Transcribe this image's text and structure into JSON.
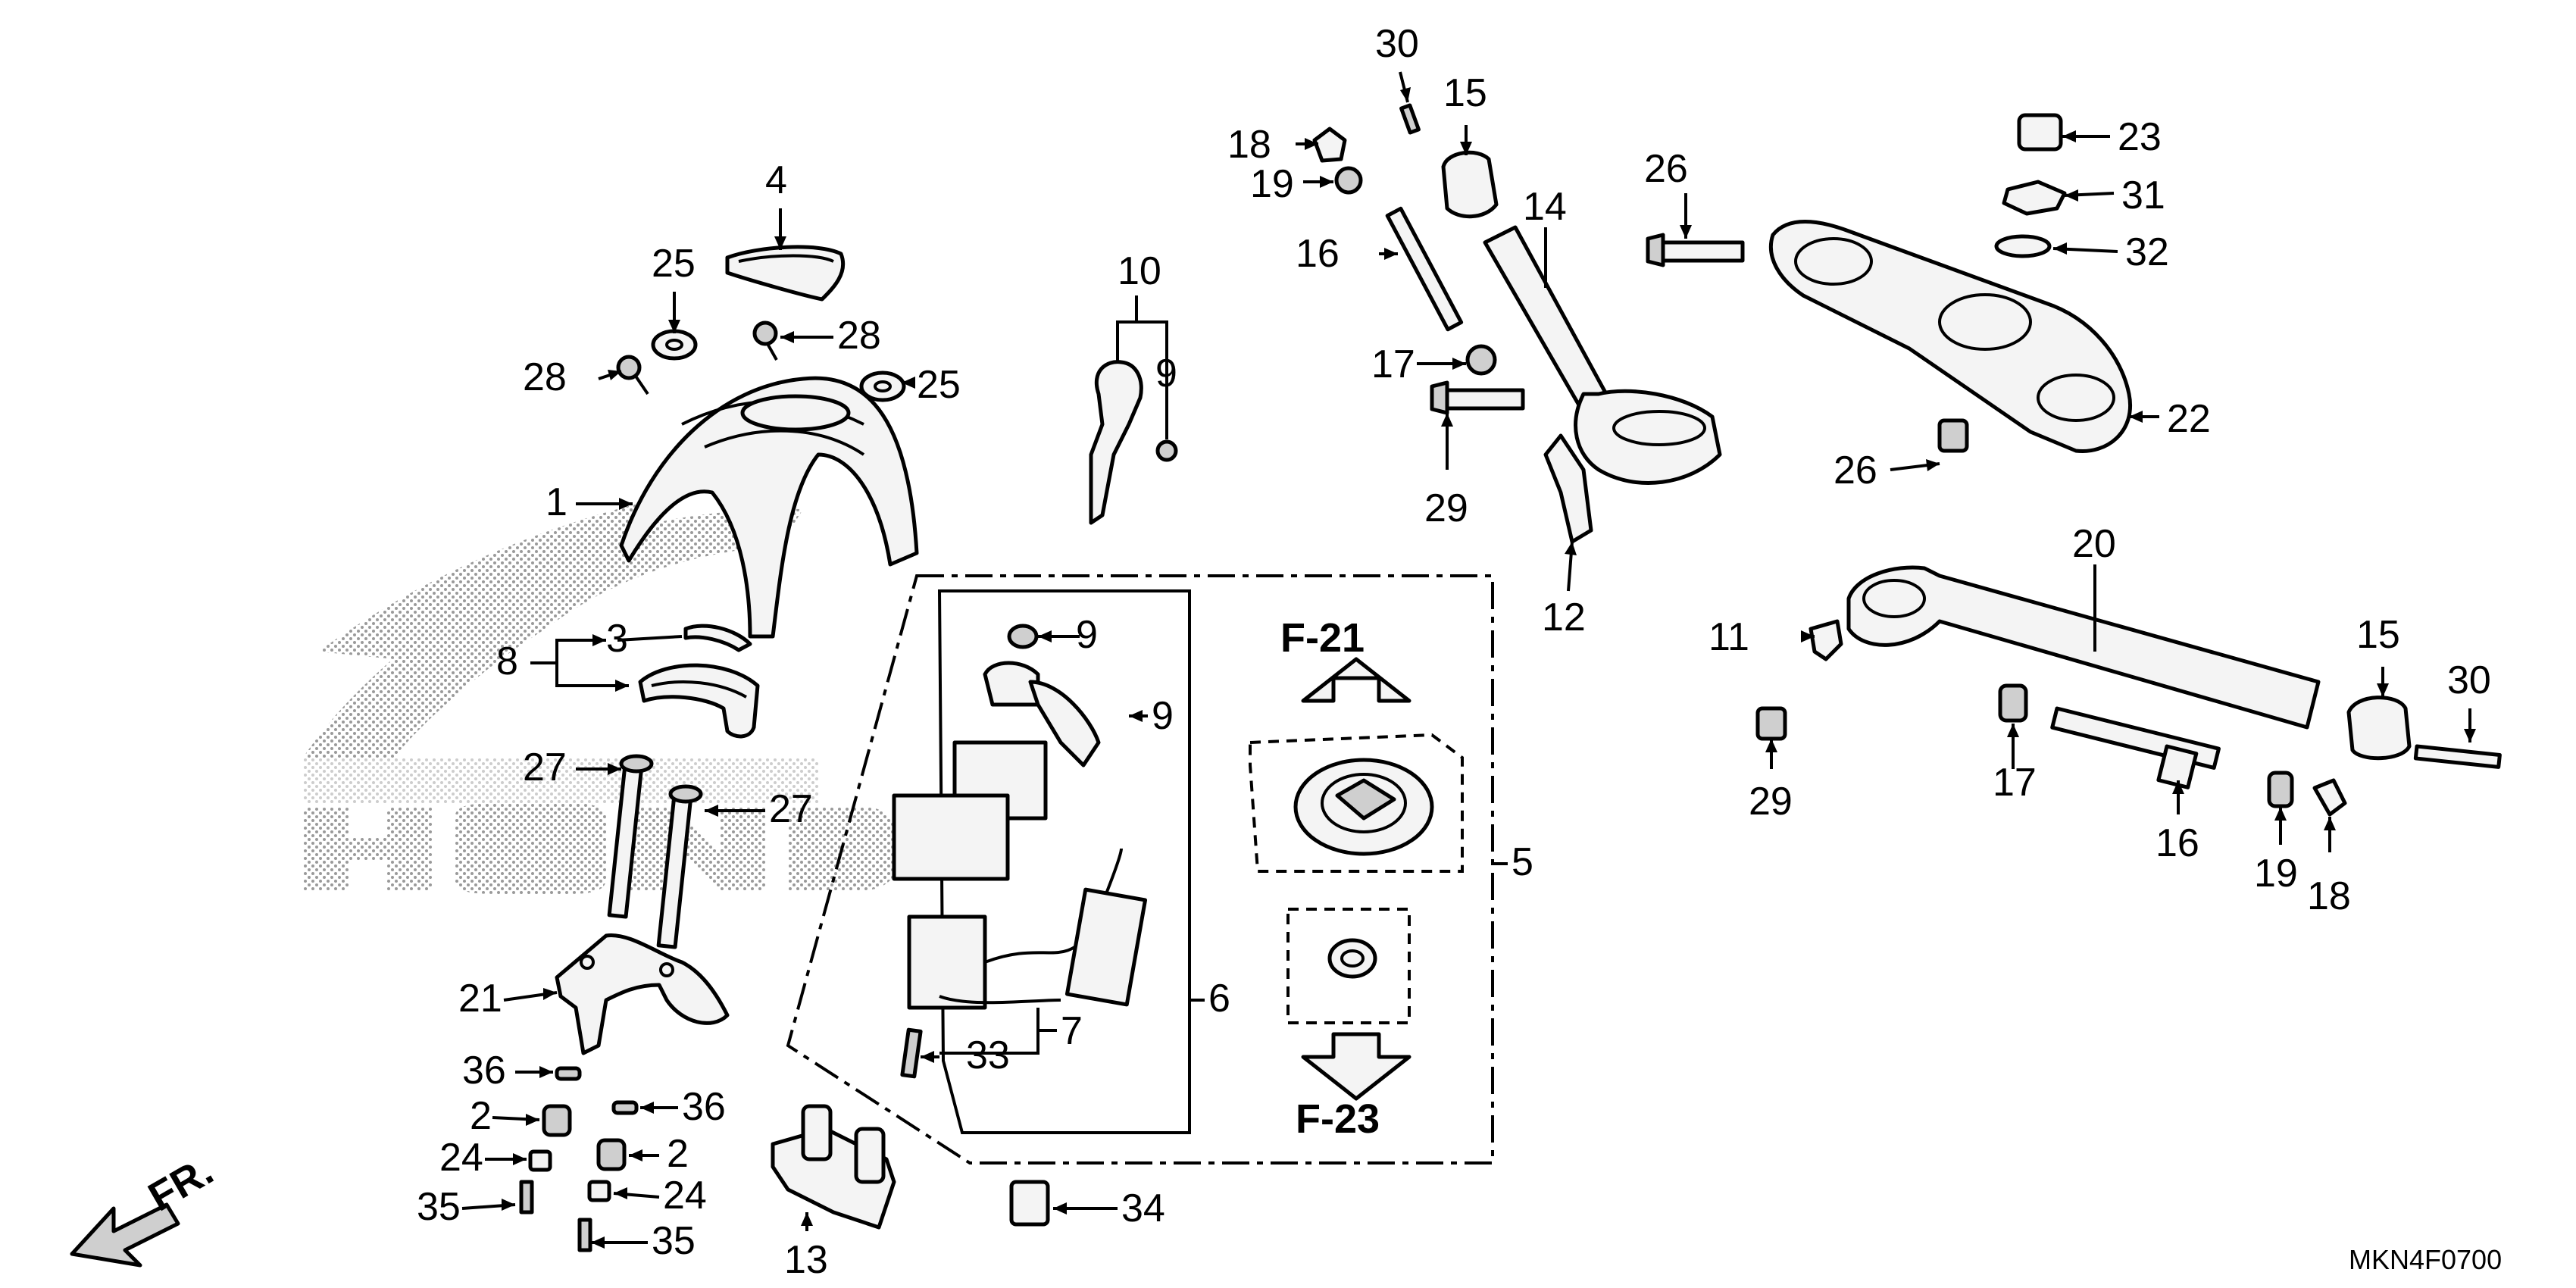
{
  "diagram_code": "MKN4F0700",
  "front_mark": "FR.",
  "refs": {
    "f21": "F-21",
    "f23": "F-23"
  },
  "logo_text": "HONDA",
  "callouts": {
    "c1": "1",
    "c2a": "2",
    "c2b": "2",
    "c3": "3",
    "c4": "4",
    "c5": "5",
    "c6": "6",
    "c7": "7",
    "c8": "8",
    "c9a": "9",
    "c9b": "9",
    "c9c": "9",
    "c10": "10",
    "c11": "11",
    "c12": "12",
    "c13": "13",
    "c14": "14",
    "c15a": "15",
    "c15b": "15",
    "c16a": "16",
    "c16b": "16",
    "c17a": "17",
    "c17b": "17",
    "c18a": "18",
    "c18b": "18",
    "c19a": "19",
    "c19b": "19",
    "c20": "20",
    "c21": "21",
    "c22": "22",
    "c23": "23",
    "c24a": "24",
    "c24b": "24",
    "c25a": "25",
    "c25b": "25",
    "c26a": "26",
    "c26b": "26",
    "c27a": "27",
    "c27b": "27",
    "c28a": "28",
    "c28b": "28",
    "c29a": "29",
    "c29b": "29",
    "c30a": "30",
    "c30b": "30",
    "c31": "31",
    "c32": "32",
    "c33": "33",
    "c34": "34",
    "c35a": "35",
    "c35b": "35",
    "c36a": "36",
    "c36b": "36"
  }
}
